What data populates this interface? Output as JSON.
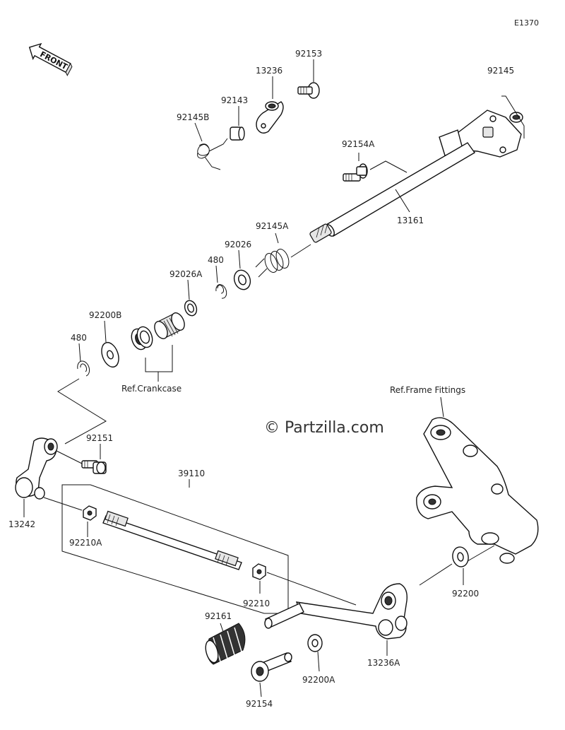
{
  "diagram_code": "E1370",
  "front_label": "FRONT",
  "watermark": "© Partzilla.com",
  "part_labels": {
    "p92153": "92153",
    "p13236": "13236",
    "p92143": "92143",
    "p92145B": "92145B",
    "p92145": "92145",
    "p92154A": "92154A",
    "p13161": "13161",
    "p92145A": "92145A",
    "p92026": "92026",
    "p480a": "480",
    "p92026A": "92026A",
    "p92200B": "92200B",
    "p480b": "480",
    "ref_crankcase": "Ref.Crankcase",
    "ref_frame": "Ref.Frame Fittings",
    "p92151": "92151",
    "p13242": "13242",
    "p39110": "39110",
    "p92210A": "92210A",
    "p92210": "92210",
    "p92161": "92161",
    "p92200": "92200",
    "p13236A": "13236A",
    "p92200A": "92200A",
    "p92154": "92154"
  }
}
